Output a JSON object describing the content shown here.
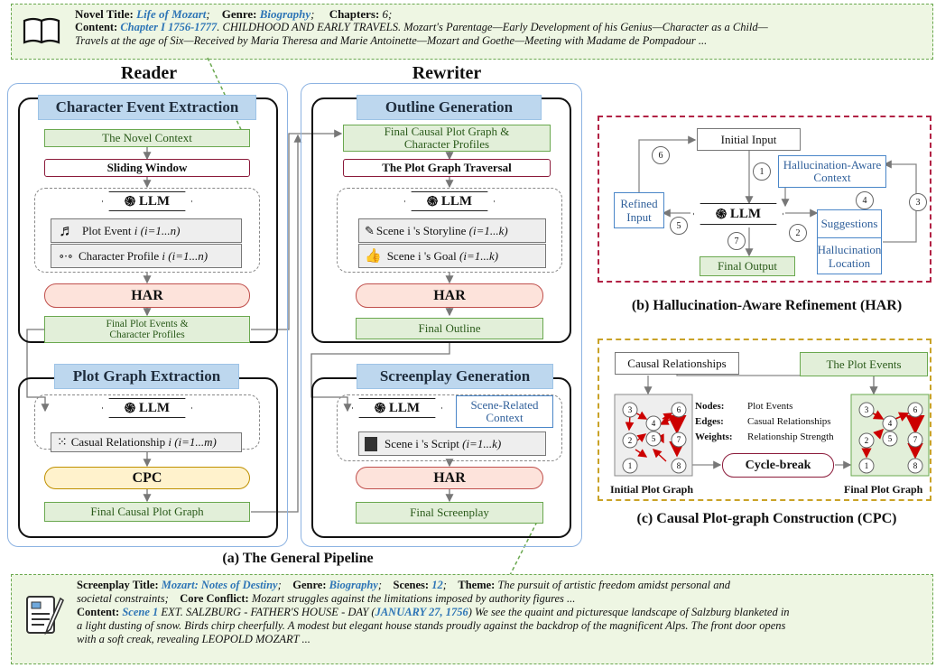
{
  "top_note": {
    "novel_title_label": "Novel Title:",
    "novel_title": "Life of Mozart",
    "genre_label": "Genre:",
    "genre": "Biography",
    "chapters_label": "Chapters:",
    "chapters": "6",
    "content_label": "Content:",
    "chapter_ref": "Chapter I 1756-1777",
    "content_text": ". CHILDHOOD AND EARLY TRAVELS. Mozart's Parentage—Early Development of his Genius—Character as a Child—",
    "content_text2": "Travels at the age of Six—Received by Maria Theresa and Marie Antoinette—Mozart and Goethe—Meeting with Madame de Pompadour ..."
  },
  "reader": {
    "title": "Reader",
    "cee": "Character Event Extraction",
    "novel_context": "The Novel Context",
    "sliding_window": "Sliding Window",
    "llm": "LLM",
    "plot_event": "Plot Event",
    "plot_event_idx": "i (i=1...n)",
    "char_profile": "Character Profile",
    "char_profile_idx": "i (i=1...n)",
    "har": "HAR",
    "final_events_1": "Final Plot Events &",
    "final_events_2": "Character Profiles",
    "pge": "Plot Graph Extraction",
    "llm2": "LLM",
    "causal_rel": "Casual Relationship",
    "causal_rel_idx": "i (i=1...m)",
    "cpc": "CPC",
    "final_graph": "Final Causal Plot Graph"
  },
  "rewriter": {
    "title": "Rewriter",
    "og": "Outline Generation",
    "final_causal_1": "Final Causal Plot Graph &",
    "final_causal_2": "Character Profiles",
    "traversal": "The Plot Graph Traversal",
    "llm": "LLM",
    "storyline": "Scene i 's Storyline",
    "storyline_idx": "(i=1...k)",
    "goal": "Scene i 's Goal",
    "goal_idx": "(i=1...k)",
    "har": "HAR",
    "final_outline": "Final Outline",
    "sg": "Screenplay Generation",
    "llm2": "LLM",
    "scene_ctx_1": "Scene-Related",
    "scene_ctx_2": "Context",
    "script": "Scene i 's Script",
    "script_idx": "(i=1...k)",
    "har2": "HAR",
    "final_screenplay": "Final Screenplay"
  },
  "caption_a": "(a) The General Pipeline",
  "har_panel": {
    "initial_input": "Initial Input",
    "hal_ctx_1": "Hallucination-Aware",
    "hal_ctx_2": "Context",
    "refined_1": "Refined",
    "refined_2": "Input",
    "llm": "LLM",
    "suggestions": "Suggestions",
    "hal_loc_1": "Hallucination",
    "hal_loc_2": "Location",
    "final_output": "Final Output",
    "n1": "1",
    "n2": "2",
    "n3": "3",
    "n4": "4",
    "n5": "5",
    "n6": "6",
    "n7": "7",
    "caption": "(b) Hallucination-Aware Refinement (HAR)"
  },
  "cpc_panel": {
    "causal_rel": "Causal Relationships",
    "plot_events": "The Plot Events",
    "nodes_label": "Nodes:",
    "nodes_val": "Plot Events",
    "edges_label": "Edges:",
    "edges_val": "Casual Relationships",
    "weights_label": "Weights:",
    "weights_val": "Relationship Strength",
    "cycle_break": "Cycle-break",
    "initial_graph": "Initial Plot Graph",
    "final_graph": "Final Plot Graph",
    "caption": "(c) Causal Plot-graph Construction (CPC)",
    "node_labels": [
      "1",
      "2",
      "3",
      "4",
      "5",
      "6",
      "7",
      "8"
    ]
  },
  "bottom_note": {
    "sp_title_label": "Screenplay Title:",
    "sp_title": "Mozart: Notes of Destiny",
    "genre_label": "Genre:",
    "genre": "Biography",
    "scenes_label": "Scenes:",
    "scenes": "12",
    "theme_label": "Theme:",
    "theme_text": "The pursuit of artistic freedom amidst personal and",
    "theme_text2": "societal constraints;",
    "conflict_label": "Core Conflict:",
    "conflict_text": "Mozart struggles against the limitations imposed by authority figures ...",
    "content_label": "Content:",
    "scene_ref": "Scene 1",
    "scene_heading": "EXT. SALZBURG - FATHER'S HOUSE - DAY (",
    "date": "JANUARY 27, 1756",
    "content_text": ") We see the quaint and picturesque landscape of Salzburg blanketed in",
    "content_text2": "a light dusting of snow. Birds chirp cheerfully. A modest but elegant house stands proudly against the backdrop of the magnificent Alps. The front door opens",
    "content_text3": "with a soft creak, revealing LEOPOLD MOZART ..."
  },
  "colors": {
    "green_fill": "#e2efd9",
    "blue_fill": "#bdd7ee",
    "har_fill": "#fde3db",
    "cpc_fill": "#fff2cc",
    "accent": "#2e75b6",
    "maroon": "#8b1a3a",
    "gold": "#bf9000"
  }
}
